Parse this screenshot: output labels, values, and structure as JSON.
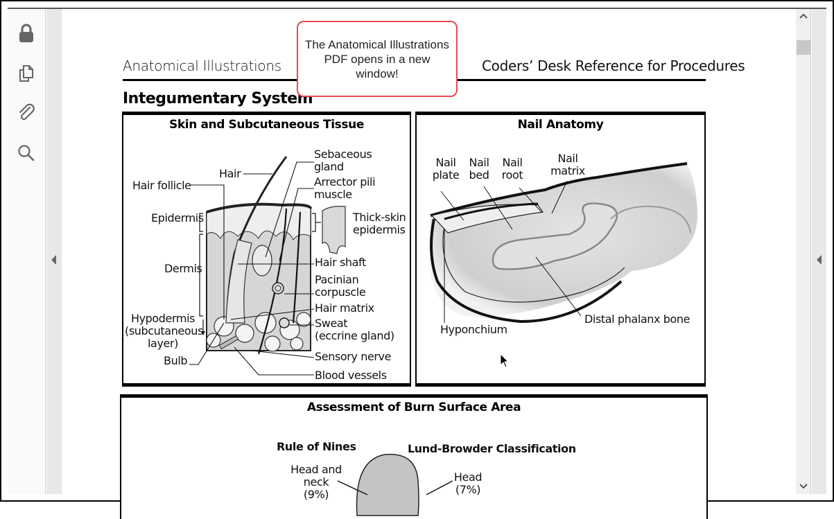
{
  "viewer": {
    "toolbar": [
      {
        "id": "lock",
        "icon": "lock-icon",
        "label": "Security"
      },
      {
        "id": "pages",
        "icon": "copy-pages-icon",
        "label": "Page Thumbnails"
      },
      {
        "id": "attachments",
        "icon": "paperclip-icon",
        "label": "Attachments"
      },
      {
        "id": "search",
        "icon": "search-icon",
        "label": "Search"
      }
    ],
    "left_panel_toggle": "collapse-left-panel",
    "right_panel_toggle": "expand-right-panel",
    "scroll": {
      "position_fraction": 0.04
    }
  },
  "callout": {
    "text": "The Anatomical Illustrations PDF opens in a new window!",
    "border_color": "#e84a4f"
  },
  "document": {
    "header_left": "Anatomical Illustrations",
    "header_right": "Coders’ Desk Reference for Procedures",
    "section_title": "Integumentary System",
    "skin_panel": {
      "title": "Skin and Subcutaneous Tissue",
      "labels": {
        "hair": "Hair",
        "hair_follicle": "Hair follicle",
        "sebaceous_1": "Sebaceous",
        "sebaceous_2": "gland",
        "arrector_1": "Arrector pili",
        "arrector_2": "muscle",
        "epidermis": "Epidermis",
        "thick_skin_1": "Thick-skin",
        "thick_skin_2": "epidermis",
        "dermis": "Dermis",
        "hair_shaft": "Hair shaft",
        "pacinian_1": "Pacinian",
        "pacinian_2": "corpuscle",
        "hair_matrix": "Hair matrix",
        "hypodermis_1": "Hypodermis",
        "hypodermis_2": "(subcutaneous",
        "hypodermis_3": "layer)",
        "sweat_1": "Sweat",
        "sweat_2": "(eccrine gland)",
        "bulb": "Bulb",
        "sensory_nerve": "Sensory nerve",
        "blood_vessels": "Blood vessels"
      }
    },
    "nail_panel": {
      "title": "Nail Anatomy",
      "labels": {
        "nail_plate_1": "Nail",
        "nail_plate_2": "plate",
        "nail_bed_1": "Nail",
        "nail_bed_2": "bed",
        "nail_root_1": "Nail",
        "nail_root_2": "root",
        "nail_matrix_1": "Nail",
        "nail_matrix_2": "matrix",
        "hyponchium": "Hyponchium",
        "distal_phalanx": "Distal phalanx bone"
      }
    },
    "burn_panel": {
      "title": "Assessment of Burn Surface Area",
      "rule_of_nines": "Rule of Nines",
      "lund_browder": "Lund-Browder Classification",
      "head_neck_1": "Head and",
      "head_neck_2": "neck",
      "head_neck_3": "(9%)",
      "head_1": "Head",
      "head_2": "(7%)"
    }
  }
}
